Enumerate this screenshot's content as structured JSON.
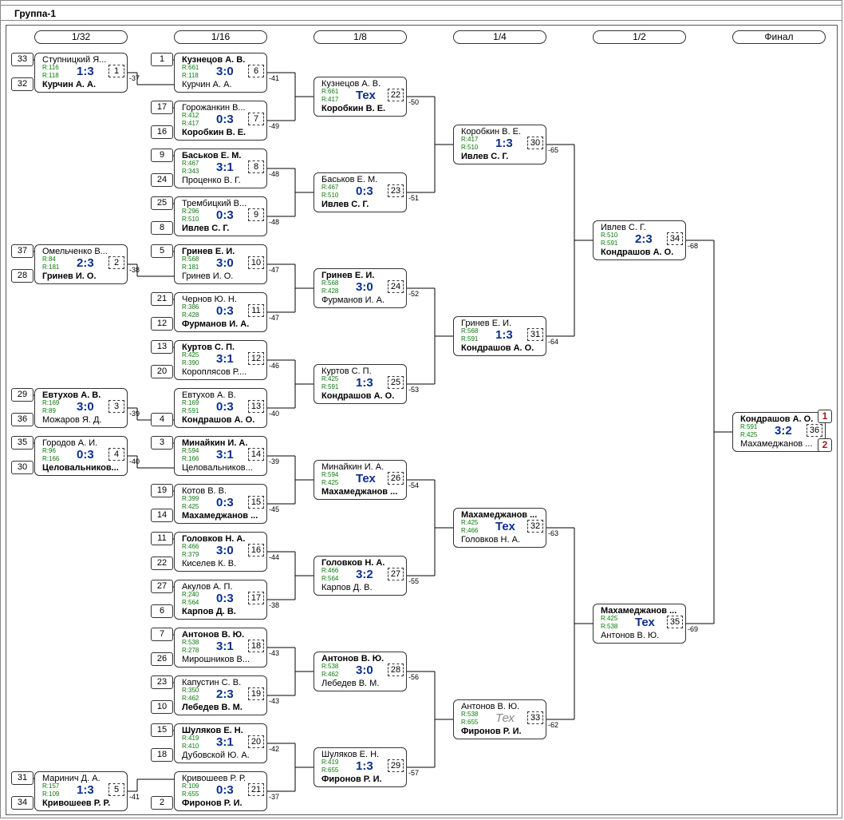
{
  "title": "Группа-1",
  "rounds": [
    "1/32",
    "1/16",
    "1/8",
    "1/4",
    "1/2",
    "Финал"
  ],
  "matches": [
    {
      "p1": "Ступницкий Я...",
      "r1": "R:116",
      "p2": "Курчин А. А.",
      "r2": "R:118",
      "score": "1:3",
      "num": "1",
      "loss": "-37",
      "seed1": "33",
      "seed2": "32"
    },
    {
      "p1": "Омельченко В...",
      "r1": "R:84",
      "p2": "Гринев И. О.",
      "r2": "R:181",
      "score": "2:3",
      "num": "2",
      "loss": "-38",
      "seed1": "37",
      "seed2": "28"
    },
    {
      "p1": "Евтухов А. В.",
      "r1": "R:169",
      "p2": "Можаров Я. Д.",
      "r2": "R:89",
      "score": "3:0",
      "num": "3",
      "loss": "-39",
      "seed1": "29",
      "seed2": "36"
    },
    {
      "p1": "Городов А. И.",
      "r1": "R:96",
      "p2": "Целовальников...",
      "r2": "R:166",
      "score": "0:3",
      "num": "4",
      "loss": "-40",
      "seed1": "35",
      "seed2": "30"
    },
    {
      "p1": "Маринич Д. А.",
      "r1": "R:157",
      "p2": "Кривошеев Р. Р.",
      "r2": "R:109",
      "score": "1:3",
      "num": "5",
      "loss": "-41",
      "seed1": "31",
      "seed2": "34"
    },
    {
      "p1": "Кузнецов А. В.",
      "r1": "R:661",
      "p2": "Курчин А. А.",
      "r2": "R:118",
      "score": "3:0",
      "num": "6",
      "loss": "-41",
      "seed1": "1"
    },
    {
      "p1": "Горожанкин В...",
      "r1": "R:412",
      "p2": "Коробкин В. Е.",
      "r2": "R:417",
      "score": "0:3",
      "num": "7",
      "loss": "-49",
      "seed1": "17",
      "seed2": "16"
    },
    {
      "p1": "Баськов Е. М.",
      "r1": "R:467",
      "p2": "Проценко В. Г.",
      "r2": "R:343",
      "score": "3:1",
      "num": "8",
      "loss": "-48",
      "seed1": "9",
      "seed2": "24"
    },
    {
      "p1": "Трембицкий В...",
      "r1": "R:296",
      "p2": "Ивлев С. Г.",
      "r2": "R:510",
      "score": "0:3",
      "num": "9",
      "loss": "-48",
      "seed1": "25",
      "seed2": "8"
    },
    {
      "p1": "Гринев Е. И.",
      "r1": "R:568",
      "p2": "Гринев И. О.",
      "r2": "R:181",
      "score": "3:0",
      "num": "10",
      "loss": "-47",
      "seed1": "5"
    },
    {
      "p1": "Чернов Ю. Н.",
      "r1": "R:386",
      "p2": "Фурманов И. А.",
      "r2": "R:428",
      "score": "0:3",
      "num": "11",
      "loss": "-47",
      "seed1": "21",
      "seed2": "12"
    },
    {
      "p1": "Куртов С. П.",
      "r1": "R:425",
      "p2": "Короплясов Р....",
      "r2": "R:390",
      "score": "3:1",
      "num": "12",
      "loss": "-46",
      "seed1": "13",
      "seed2": "20"
    },
    {
      "p1": "Евтухов А. В.",
      "r1": "R:169",
      "p2": "Кондрашов А. О.",
      "r2": "R:591",
      "score": "0:3",
      "num": "13",
      "loss": "-40",
      "seed2": "4"
    },
    {
      "p1": "Минайкин И. А.",
      "r1": "R:594",
      "p2": "Целовальников...",
      "r2": "R:166",
      "score": "3:1",
      "num": "14",
      "loss": "-39",
      "seed1": "3"
    },
    {
      "p1": "Котов В. В.",
      "r1": "R:399",
      "p2": "Махамеджанов ...",
      "r2": "R:425",
      "score": "0:3",
      "num": "15",
      "loss": "-45",
      "seed1": "19",
      "seed2": "14"
    },
    {
      "p1": "Головков Н. А.",
      "r1": "R:466",
      "p2": "Киселев К. В.",
      "r2": "R:379",
      "score": "3:0",
      "num": "16",
      "loss": "-44",
      "seed1": "11",
      "seed2": "22"
    },
    {
      "p1": "Акулов А. П.",
      "r1": "R:240",
      "p2": "Карпов Д. В.",
      "r2": "R:564",
      "score": "0:3",
      "num": "17",
      "loss": "-38",
      "seed1": "27",
      "seed2": "6"
    },
    {
      "p1": "Антонов В. Ю.",
      "r1": "R:538",
      "p2": "Мирошников В...",
      "r2": "R:278",
      "score": "3:1",
      "num": "18",
      "loss": "-43",
      "seed1": "7",
      "seed2": "26"
    },
    {
      "p1": "Капустин С. В.",
      "r1": "R:350",
      "p2": "Лебедев В. М.",
      "r2": "R:462",
      "score": "2:3",
      "num": "19",
      "loss": "-43",
      "seed1": "23",
      "seed2": "10"
    },
    {
      "p1": "Шуляков Е. Н.",
      "r1": "R:419",
      "p2": "Дубовской Ю. А.",
      "r2": "R:410",
      "score": "3:1",
      "num": "20",
      "loss": "-42",
      "seed1": "15",
      "seed2": "18"
    },
    {
      "p1": "Кривошеев Р. Р.",
      "r1": "R:109",
      "p2": "Фиронов Р. И.",
      "r2": "R:655",
      "score": "0:3",
      "num": "21",
      "loss": "-37",
      "seed2": "2"
    },
    {
      "p1": "Кузнецов А. В.",
      "r1": "R:661",
      "p2": "Коробкин В. Е.",
      "r2": "R:417",
      "score": "Тех",
      "num": "22",
      "loss": "-50"
    },
    {
      "p1": "Баськов Е. М.",
      "r1": "R:467",
      "p2": "Ивлев С. Г.",
      "r2": "R:510",
      "score": "0:3",
      "num": "23",
      "loss": "-51"
    },
    {
      "p1": "Гринев Е. И.",
      "r1": "R:568",
      "p2": "Фурманов И. А.",
      "r2": "R:428",
      "score": "3:0",
      "num": "24",
      "loss": "-52"
    },
    {
      "p1": "Куртов С. П.",
      "r1": "R:425",
      "p2": "Кондрашов А. О.",
      "r2": "R:591",
      "score": "1:3",
      "num": "25",
      "loss": "-53"
    },
    {
      "p1": "Минайкин И. А.",
      "r1": "R:594",
      "p2": "Махамеджанов ...",
      "r2": "R:425",
      "score": "Тех",
      "num": "26",
      "loss": "-54"
    },
    {
      "p1": "Головков Н. А.",
      "r1": "R:466",
      "p2": "Карпов Д. В.",
      "r2": "R:564",
      "score": "3:2",
      "num": "27",
      "loss": "-55"
    },
    {
      "p1": "Антонов В. Ю.",
      "r1": "R:538",
      "p2": "Лебедев В. М.",
      "r2": "R:462",
      "score": "3:0",
      "num": "28",
      "loss": "-56"
    },
    {
      "p1": "Шуляков Е. Н.",
      "r1": "R:419",
      "p2": "Фиронов Р. И.",
      "r2": "R:655",
      "score": "1:3",
      "num": "29",
      "loss": "-57"
    },
    {
      "p1": "Коробкин В. Е.",
      "r1": "R:417",
      "p2": "Ивлев С. Г.",
      "r2": "R:510",
      "score": "1:3",
      "num": "30",
      "loss": "-65"
    },
    {
      "p1": "Гринев Е. И.",
      "r1": "R:568",
      "p2": "Кондрашов А. О.",
      "r2": "R:591",
      "score": "1:3",
      "num": "31",
      "loss": "-64"
    },
    {
      "p1": "Махамеджанов ...",
      "r1": "R:425",
      "p2": "Головков Н. А.",
      "r2": "R:466",
      "score": "Тех",
      "num": "32",
      "loss": "-63"
    },
    {
      "p1": "Антонов В. Ю.",
      "r1": "R:538",
      "p2": "Фиронов Р. И.",
      "r2": "R:655",
      "score": "Тех",
      "num": "33",
      "loss": "-62"
    },
    {
      "p1": "Ивлев С. Г.",
      "r1": "R:510",
      "p2": "Кондрашов А. О.",
      "r2": "R:591",
      "score": "2:3",
      "num": "34",
      "loss": "-68"
    },
    {
      "p1": "Махамеджанов ...",
      "r1": "R:425",
      "p2": "Антонов В. Ю.",
      "r2": "R:538",
      "score": "Тех",
      "num": "35",
      "loss": "-69"
    },
    {
      "p1": "Кондрашов А. О.",
      "r1": "R:591",
      "p2": "Махамеджанов ...",
      "r2": "R:425",
      "score": "3:2",
      "num": "36",
      "place1": "1",
      "place2": "2"
    }
  ]
}
